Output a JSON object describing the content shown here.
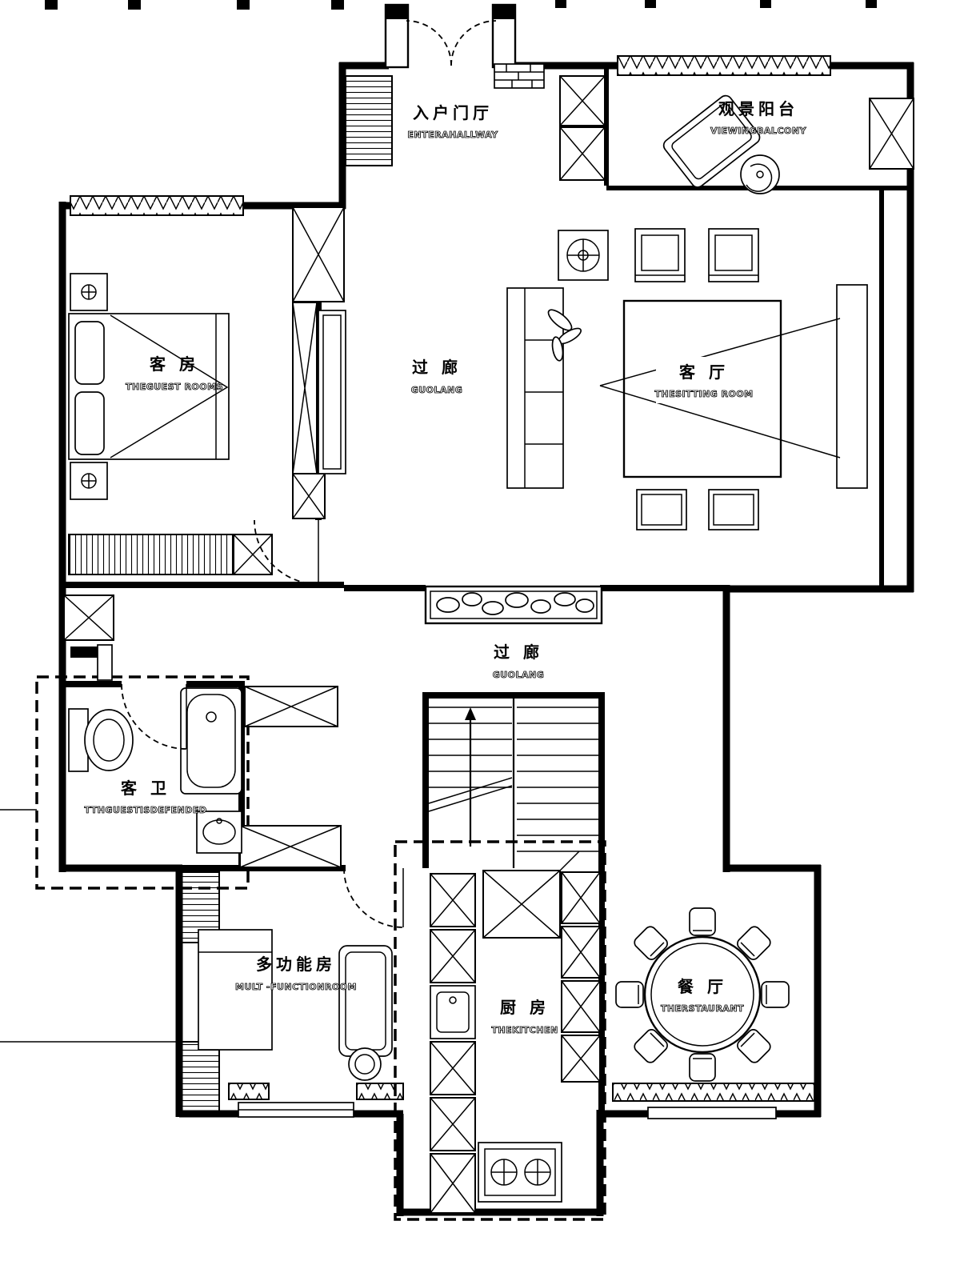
{
  "title": "residential floor plan",
  "colors": {
    "line": "#000000",
    "background": "#ffffff"
  },
  "rooms": {
    "entrance": {
      "label_cn": "入户门厅",
      "label_en": "ENTERAHALLWAY"
    },
    "balcony": {
      "label_cn": "观景阳台",
      "label_en": "VIEWINGBALCONY"
    },
    "guest_room": {
      "label_cn": "客 房",
      "label_en": "THEGUEST ROOMS"
    },
    "corridor_upper": {
      "label_cn": "过 廊",
      "label_en": "GUOLANG"
    },
    "sitting_room": {
      "label_cn": "客 厅",
      "label_en": "THESITTING ROOM"
    },
    "corridor_lower": {
      "label_cn": "过 廊",
      "label_en": "GUOLANG"
    },
    "guest_bath": {
      "label_cn": "客 卫",
      "label_en": "TTHGUESTISDEFENDED"
    },
    "multi_function": {
      "label_cn": "多功能房",
      "label_en": "MULT -FUNCTIONROOM"
    },
    "kitchen": {
      "label_cn": "厨 房",
      "label_en": "THEKITCHEN"
    },
    "dining": {
      "label_cn": "餐 厅",
      "label_en": "THERSTAURANT"
    }
  }
}
